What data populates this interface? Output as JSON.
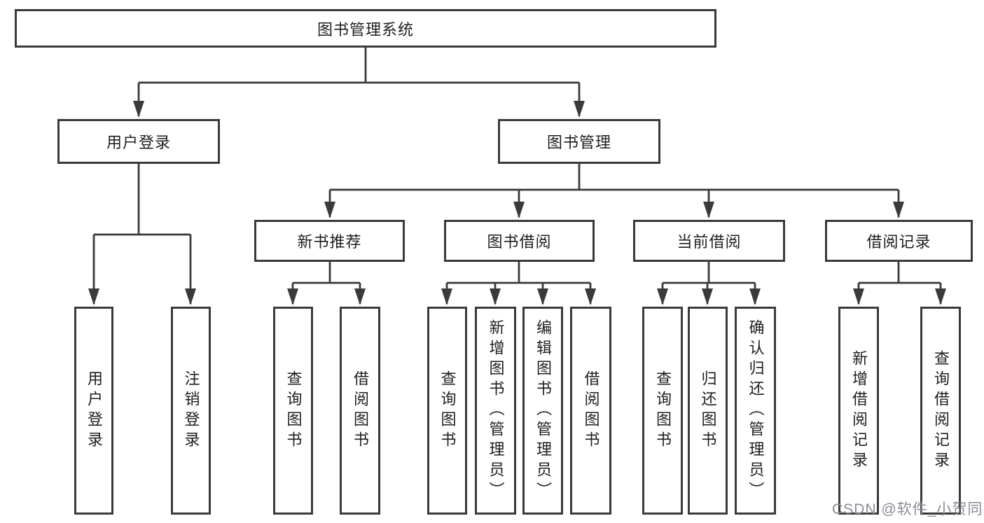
{
  "diagram": {
    "type": "hierarchy-tree",
    "colors": {
      "line": "#3a3a3a",
      "box_border": "#3a3a3a",
      "text": "#1e1e1e",
      "background": "#ffffff",
      "watermark": "#8b8b93"
    },
    "tree": {
      "label": "图书管理系统",
      "children": [
        {
          "label": "用户登录",
          "children": [
            {
              "label": "用户登录"
            },
            {
              "label": "注销登录"
            }
          ]
        },
        {
          "label": "图书管理",
          "children": [
            {
              "label": "新书推荐",
              "children": [
                {
                  "label": "查询图书"
                },
                {
                  "label": "借阅图书"
                }
              ]
            },
            {
              "label": "图书借阅",
              "children": [
                {
                  "label": "查询图书"
                },
                {
                  "label": "新增图书（管理员）"
                },
                {
                  "label": "编辑图书（管理员）"
                },
                {
                  "label": "借阅图书"
                }
              ]
            },
            {
              "label": "当前借阅",
              "children": [
                {
                  "label": "查询图书"
                },
                {
                  "label": "归还图书"
                },
                {
                  "label": "确认归还（管理员）"
                }
              ]
            },
            {
              "label": "借阅记录",
              "children": [
                {
                  "label": "新增借阅记录"
                },
                {
                  "label": "查询借阅记录"
                }
              ]
            }
          ]
        }
      ]
    },
    "watermark": {
      "text": "CSDN @软件_小贺同学"
    }
  }
}
